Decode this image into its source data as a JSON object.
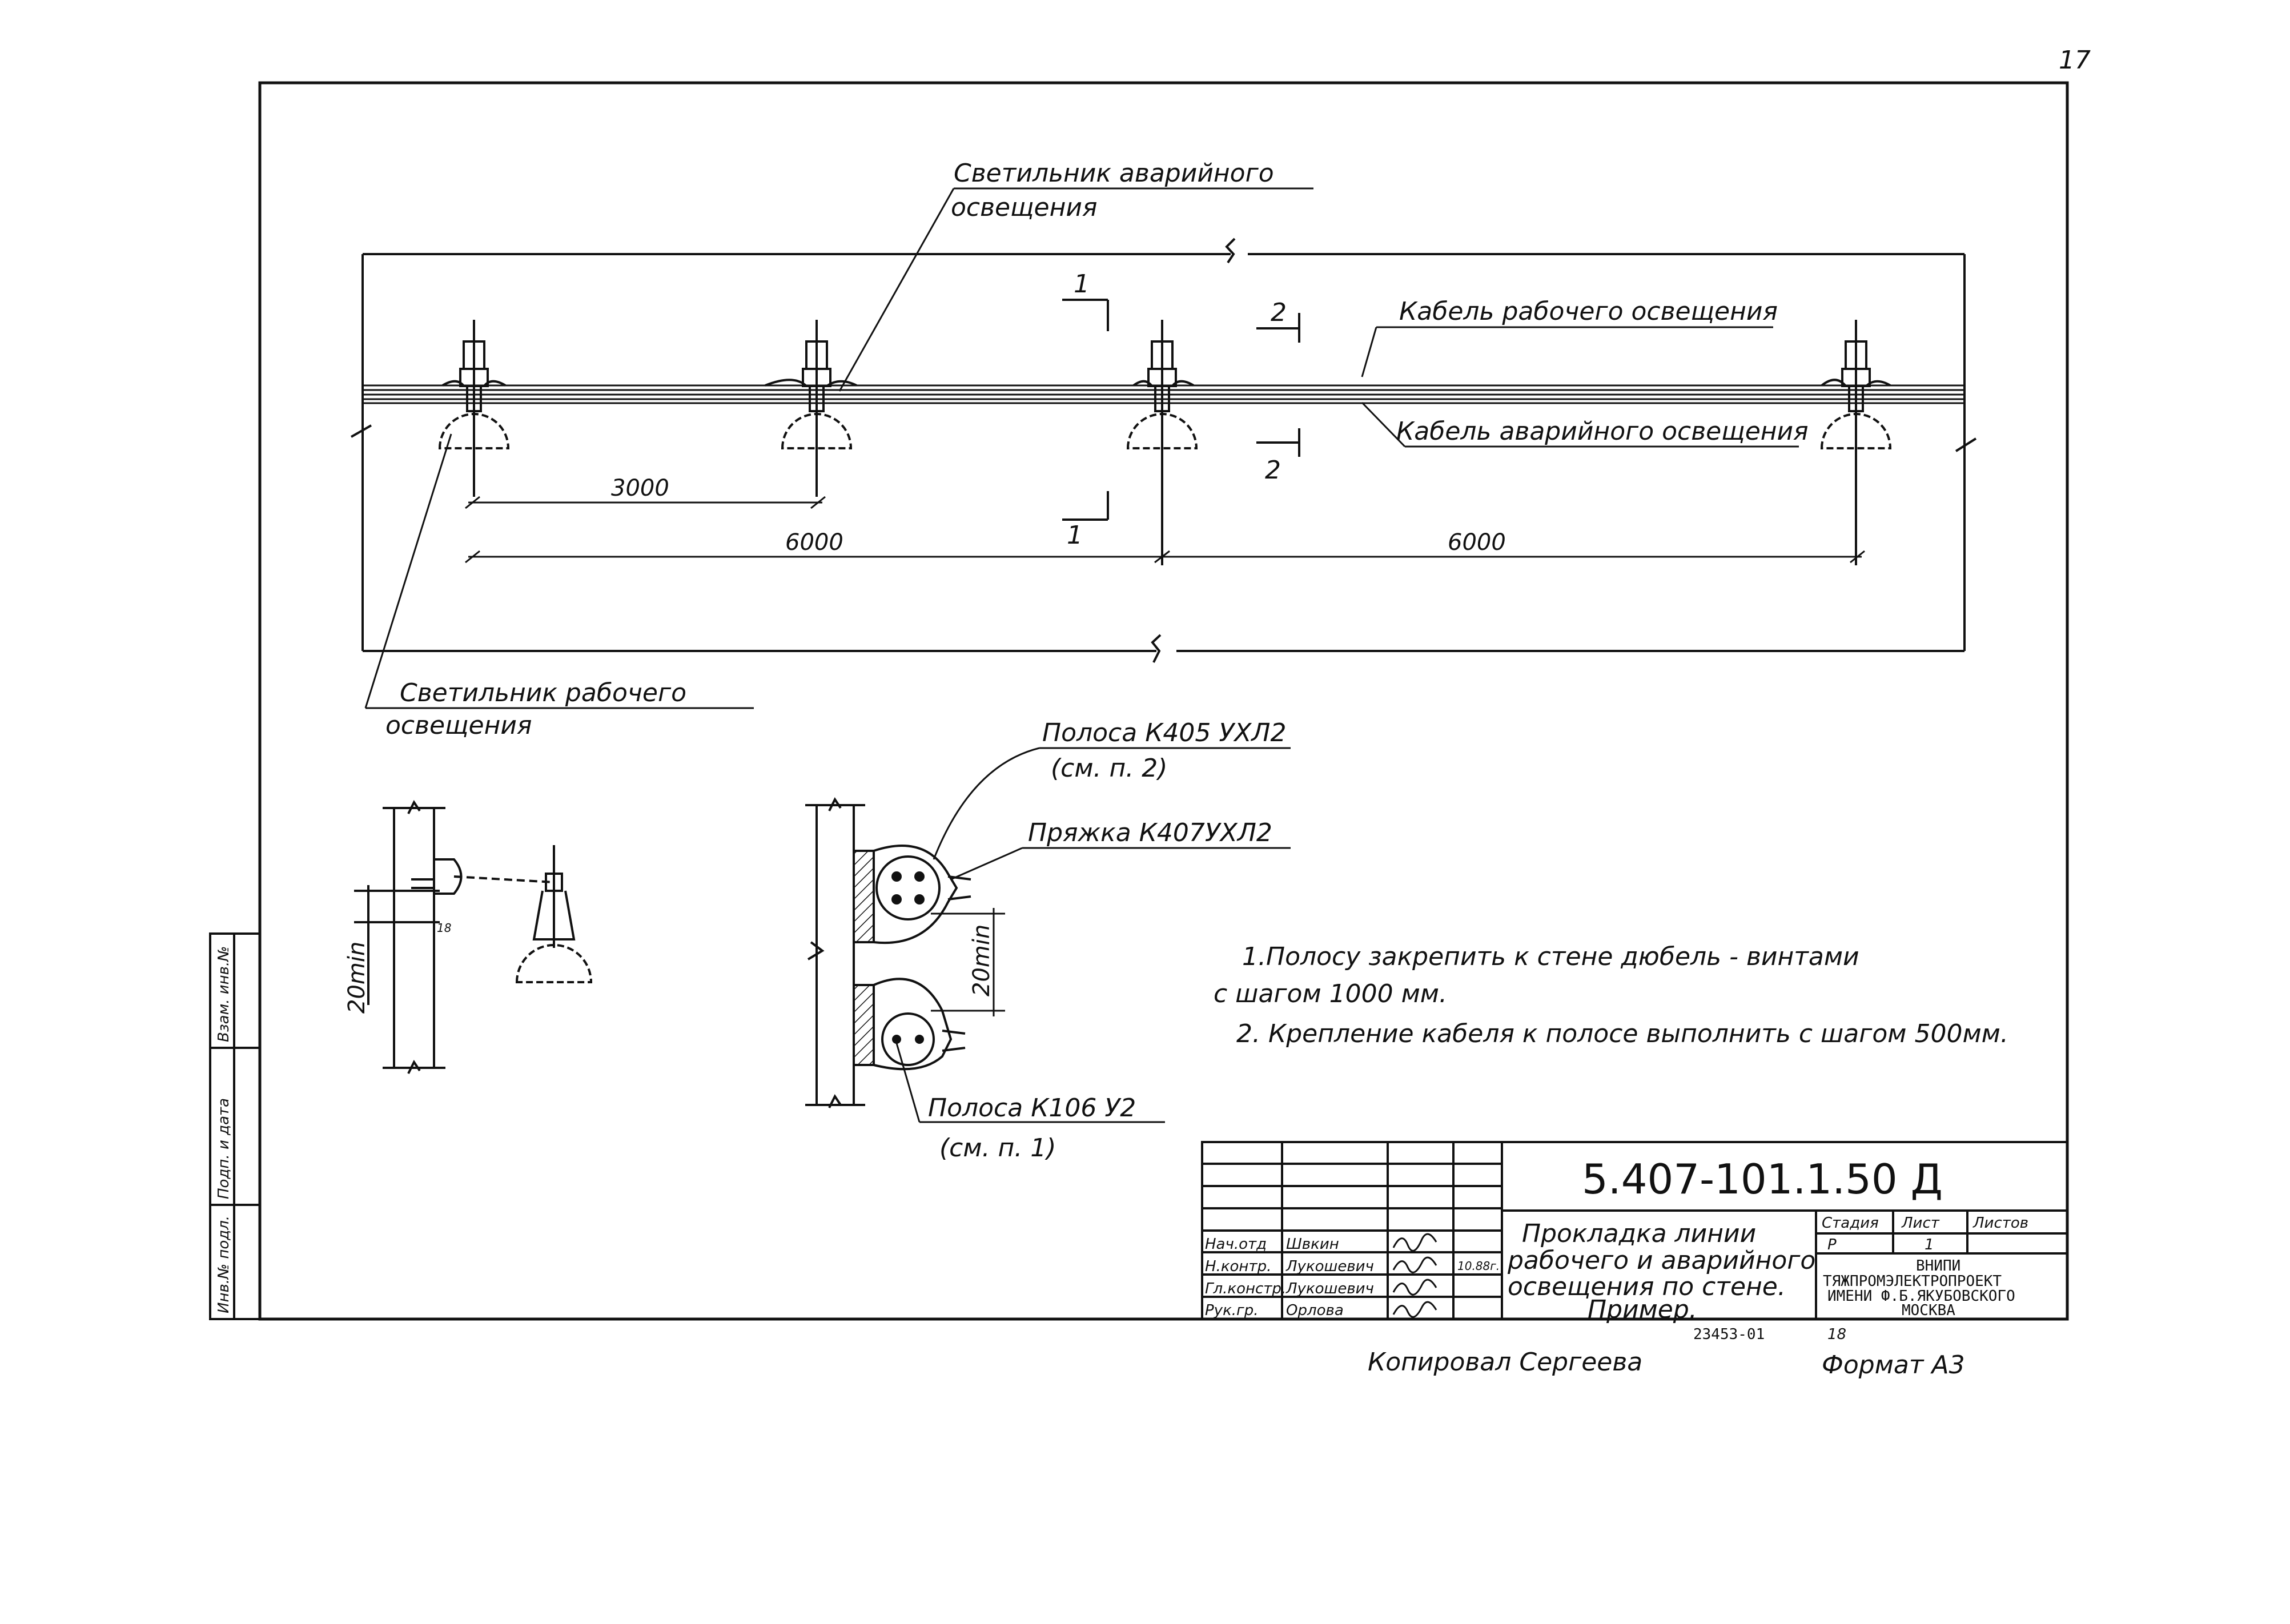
{
  "page_number": "17",
  "labels": {
    "emergency_luminaire": [
      "Светильник аварийного",
      "освещения"
    ],
    "working_luminaire": [
      "Светильник рабочего",
      "освещения"
    ],
    "working_cable": "Кабель рабочего освещения",
    "emergency_cable": "Кабель аварийного освещения",
    "strip_k405": [
      "Полоса К405 УХЛ2",
      "(см. п. 2)"
    ],
    "buckle_k407": "Пряжка К407УХЛ2",
    "strip_k106": [
      "Полоса К106 У2",
      "(см. п. 1)"
    ]
  },
  "section_marks": {
    "s1": "1",
    "s2": "2"
  },
  "dimensions": {
    "d3000": "3000",
    "d6000a": "6000",
    "d6000b": "6000",
    "d20_left": "20min",
    "d20_right": "20min",
    "d18": "18"
  },
  "notes": [
    "1.Полосу закрепить к стене дюбель - винтами",
    "с шагом 1000 мм.",
    "2. Крепление кабеля к полосе выполнить с шагом 500мм."
  ],
  "side_stamp": [
    "Инв.№ подл.",
    "Подп. и дата",
    "Взам. инв.№"
  ],
  "title_block": {
    "doc_code": "5.407-101.1.50 Д",
    "title": [
      "Прокладка линии",
      "рабочего и аварийного",
      "освещения по стене.",
      "Пример."
    ],
    "col_stage": "Стадия",
    "col_sheet": "Лист",
    "col_sheets": "Листов",
    "stage": "Р",
    "sheet": "1",
    "org": [
      "ВНИПИ",
      "ТЯЖПРОМЭЛЕКТРОПРОЕКТ",
      "ИМЕНИ Ф.Б.ЯКУБОВСКОГО",
      "МОСКВА"
    ],
    "signatures": [
      {
        "role": "Нач.отд",
        "name": "Швкин",
        "date": ""
      },
      {
        "role": "Н.контр.",
        "name": "Лукошевич",
        "date": "10.88г."
      },
      {
        "role": "Гл.констр.",
        "name": "Лукошевич",
        "date": ""
      },
      {
        "role": "Рук.гр.",
        "name": "Орлова",
        "date": ""
      }
    ]
  },
  "bottom": {
    "copied_by": "Копировал Сергеева",
    "order_number": "23453-01",
    "sheet_ref": "18",
    "format": "Формат А3"
  }
}
